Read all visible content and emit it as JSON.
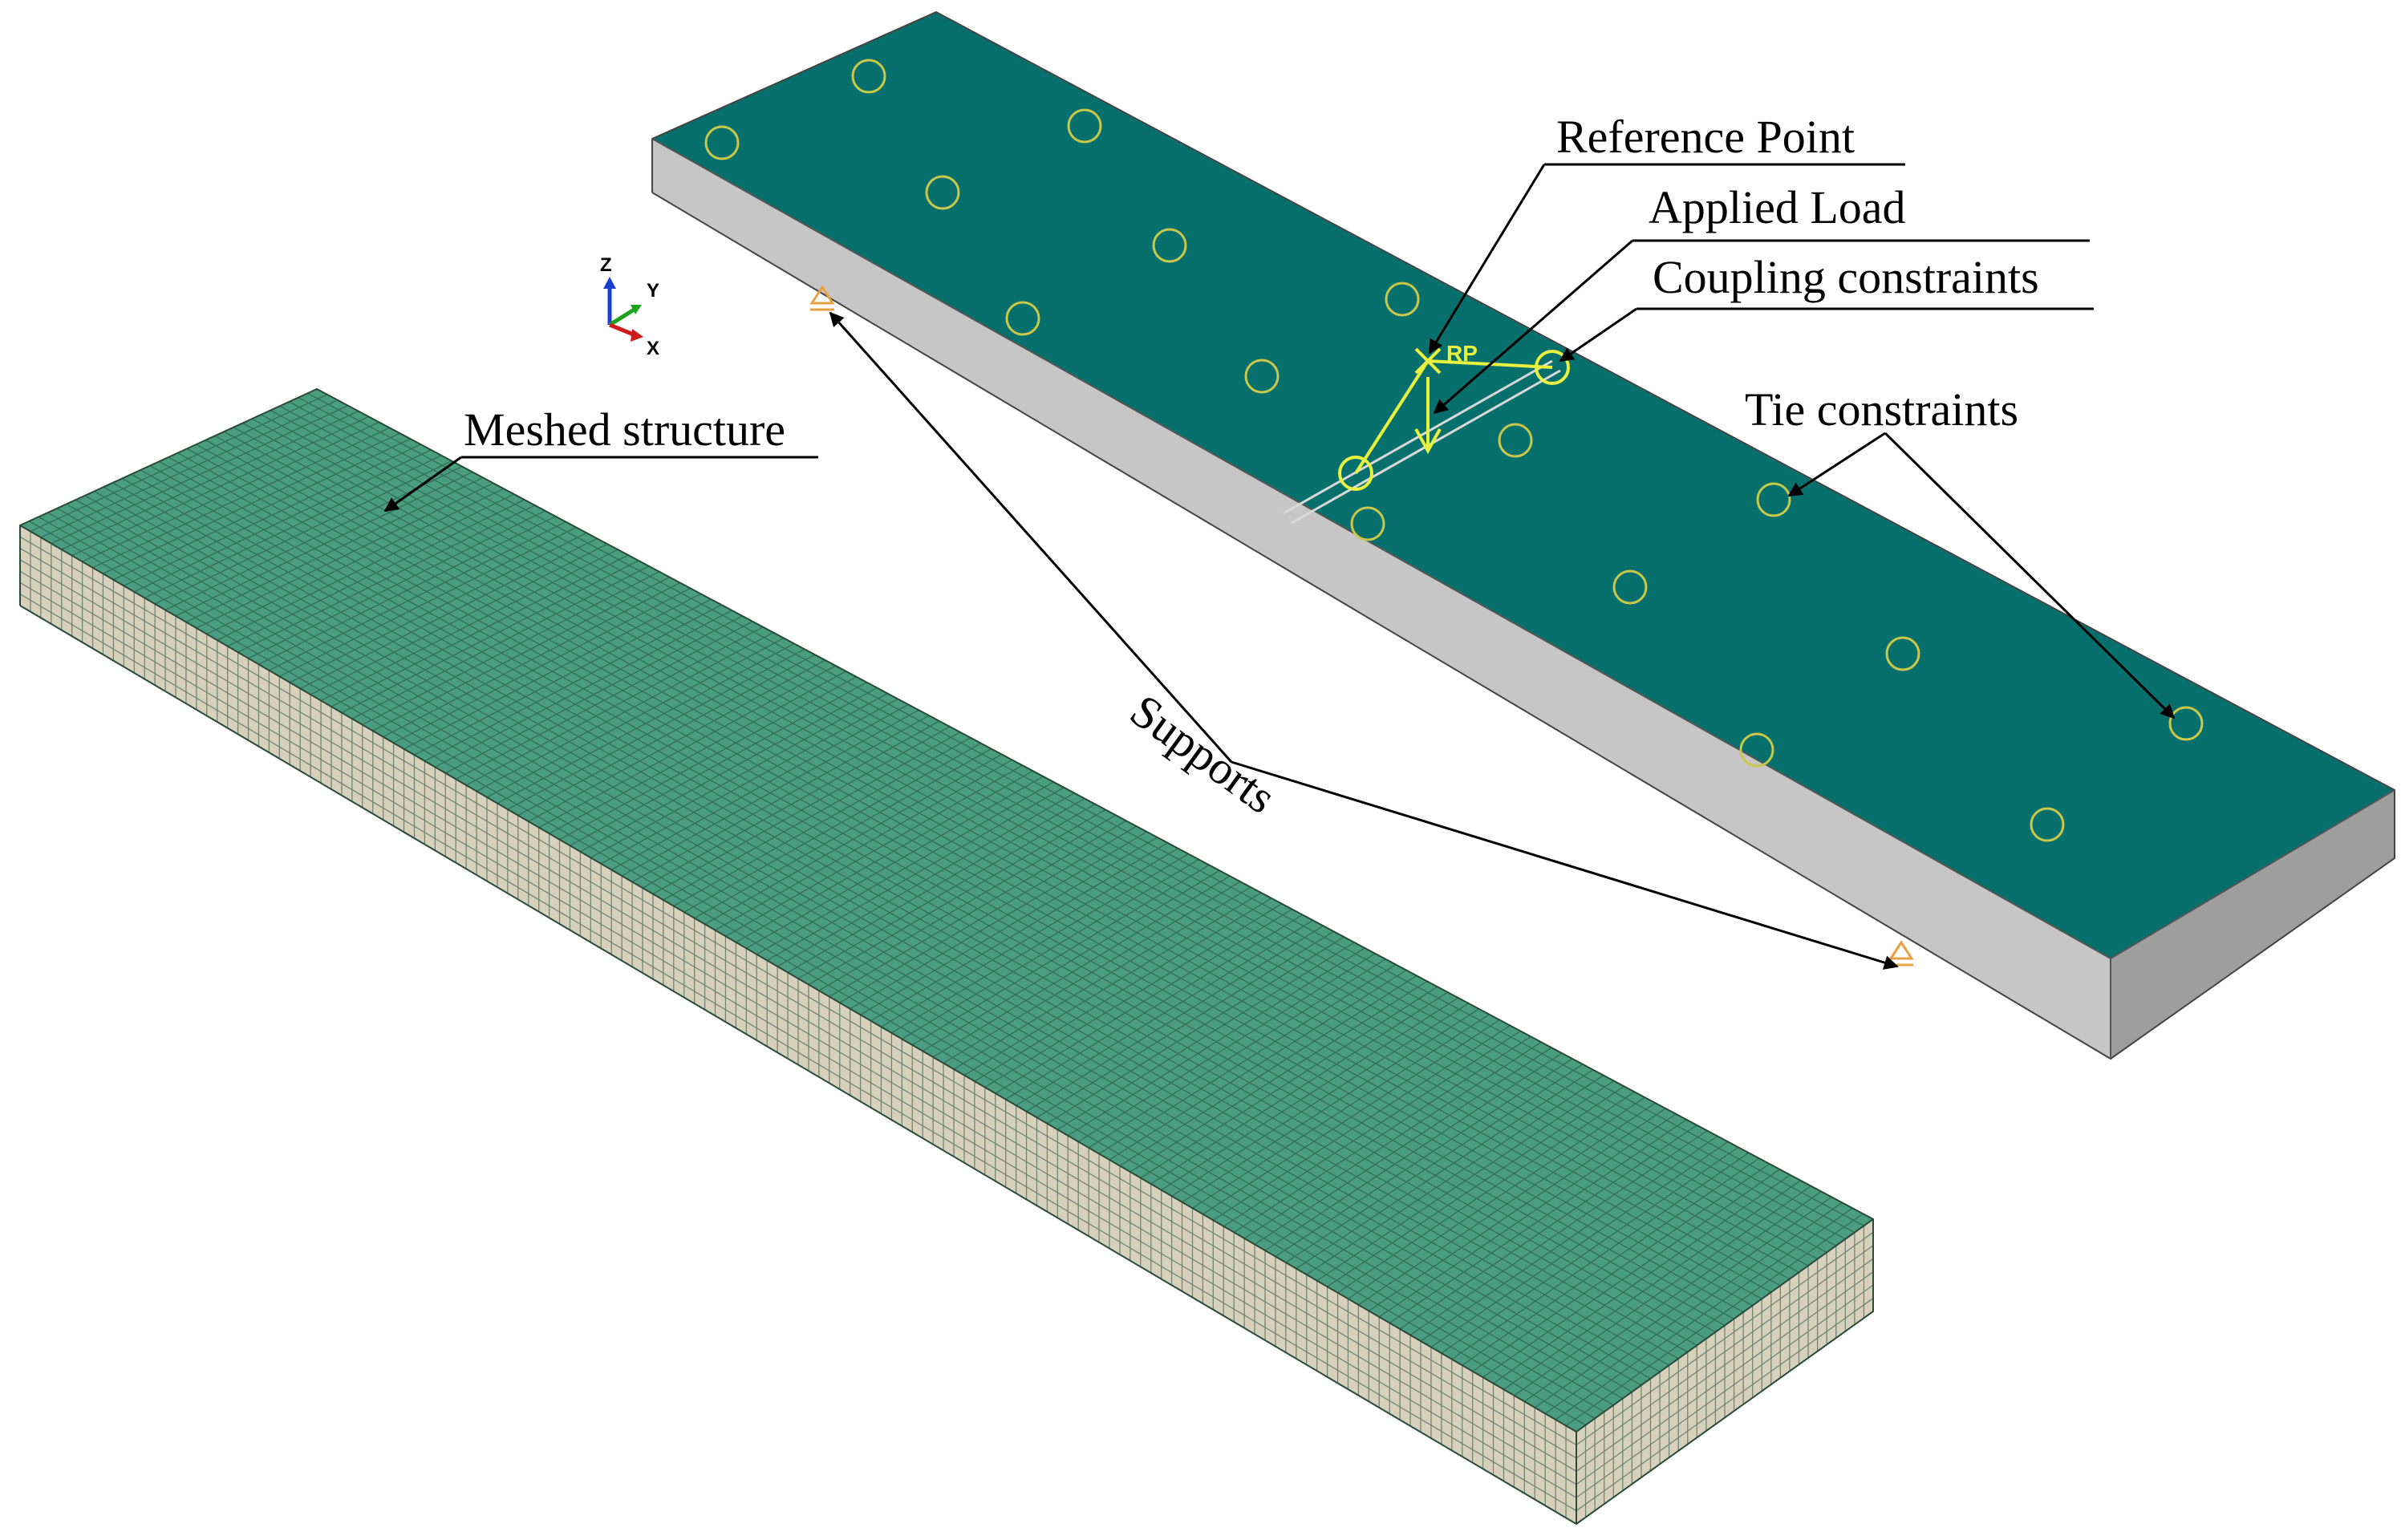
{
  "colors": {
    "background": "#ffffff",
    "plate_top": "#08706c",
    "plate_side": "#c6c6c6",
    "plate_front": "#9e9e9e",
    "mesh_top": "#4a9d80",
    "mesh_side": "#d7d1bc",
    "mesh_line": "#1f4a3a",
    "constraint_marker": "#c9c84a",
    "reference_marker": "#e8f040",
    "support_marker": "#e8a040",
    "leader_line": "#000000",
    "triad_z": "#1b3fd0",
    "triad_y": "#1ea21e",
    "triad_x": "#d01b1b"
  },
  "labels": {
    "reference_point": "Reference Point",
    "applied_load": "Applied Load",
    "coupling_constraints": "Coupling constraints",
    "tie_constraints": "Tie constraints",
    "meshed_structure": "Meshed structure",
    "supports": "Supports",
    "rp_tag": "RP"
  },
  "triad": {
    "z": "Z",
    "y": "Y",
    "x": "X"
  },
  "icons": [
    "coordinate-triad-icon",
    "reference-point-icon",
    "support-icon"
  ]
}
